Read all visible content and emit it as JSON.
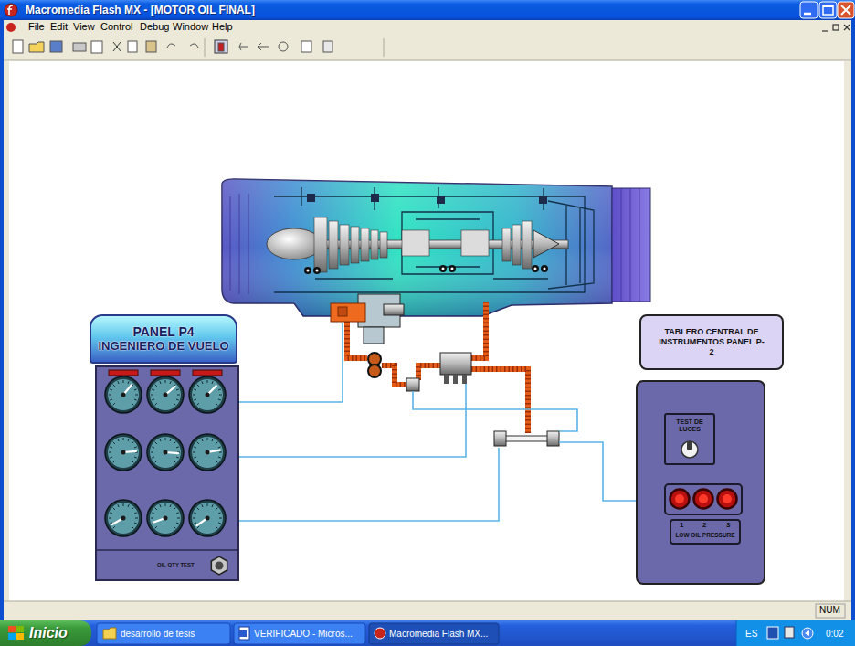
{
  "diagram": {
    "nodes": [
      {
        "text": [
          "PANEL P4",
          "INGENIERO DE VUELO"
        ]
      },
      {
        "text": [
          "OIL QTY TEST"
        ]
      },
      {
        "text": [
          "TABLERO CENTRAL DE INSTRUMENTOS PANEL P-2"
        ]
      },
      {
        "text": []
      },
      {
        "text": [
          "TEST DE LUCES"
        ],
        "in": 3
      },
      {
        "text": [
          "1",
          "2",
          "3",
          "LOW OIL PRESSURE"
        ],
        "in": 3
      }
    ],
    "labels": [
      "Macromedia Flash MX - [MOTOR OIL FINAL]",
      "File",
      "Edit",
      "View",
      "Control",
      "Debug",
      "Window",
      "Help",
      "NUM",
      "Inicio",
      "desarrollo de tesis",
      "VERIFICADO - Micros...",
      "Macromedia Flash MX...",
      "ES",
      "0:02"
    ]
  }
}
